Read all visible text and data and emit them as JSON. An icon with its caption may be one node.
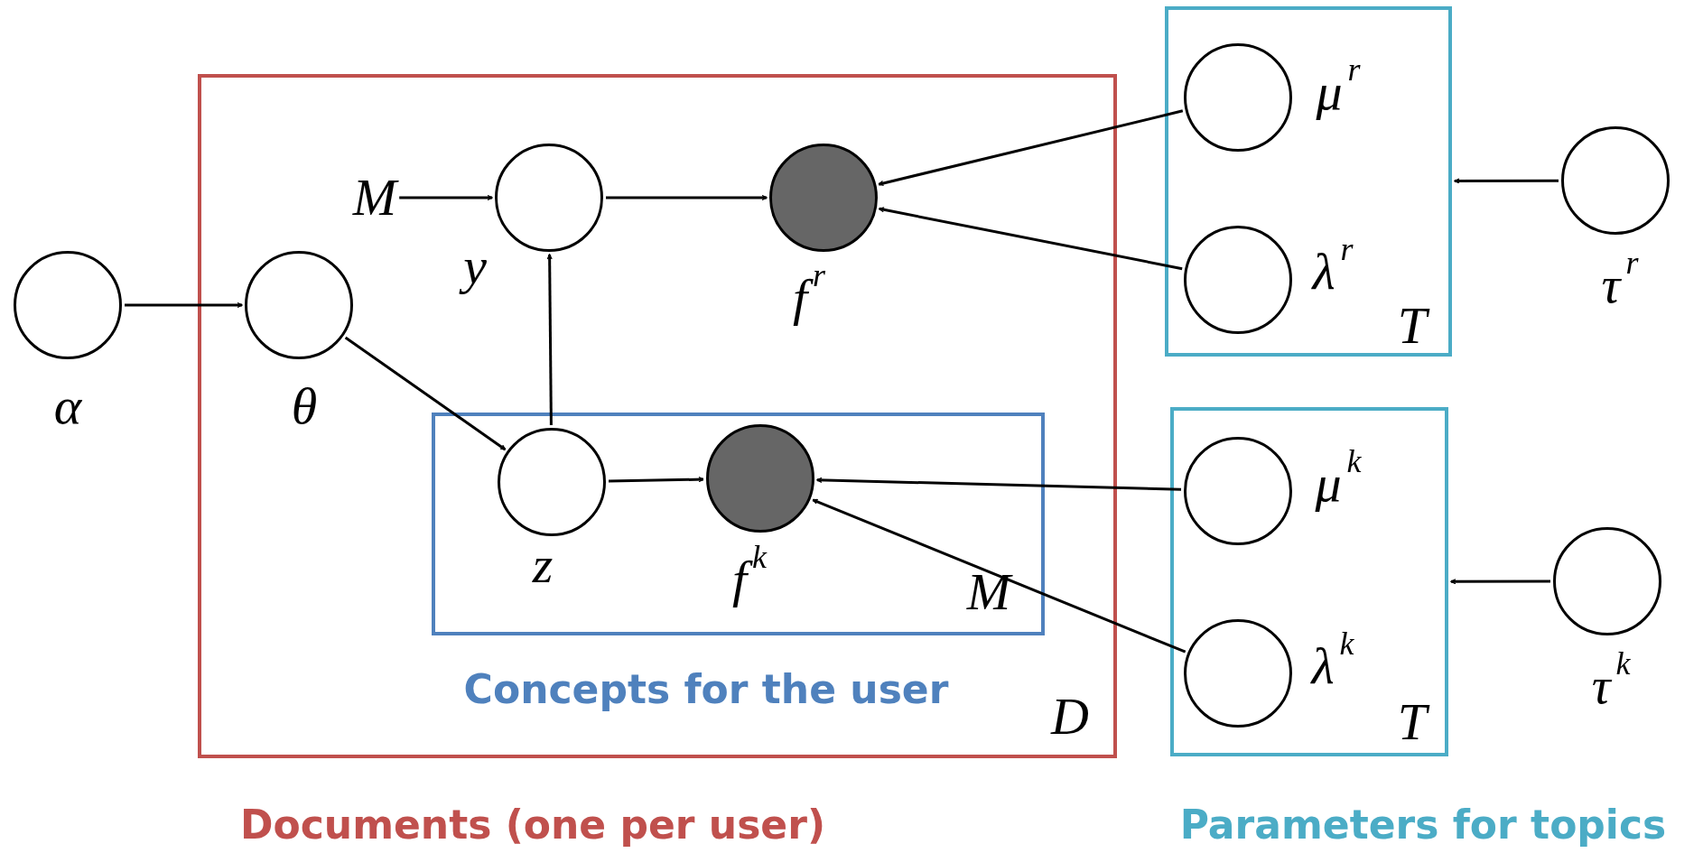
{
  "diagram": {
    "nodes": [
      {
        "text": [],
        "shape": "circle",
        "beside": [
          "α"
        ]
      },
      {
        "text": [
          "Documents (one per user)",
          "D"
        ]
      },
      {
        "text": [
          "M"
        ],
        "in": 1
      },
      {
        "text": [],
        "shape": "circle",
        "beside": [
          "y"
        ],
        "in": 1
      },
      {
        "text": [],
        "shape": "circle",
        "beside": [
          "f$^{r}$"
        ],
        "in": 1
      },
      {
        "text": [],
        "shape": "circle",
        "beside": [
          "θ"
        ],
        "in": 1
      },
      {
        "text": [
          "Concepts for the user",
          "M"
        ],
        "in": 1
      },
      {
        "text": [],
        "shape": "circle",
        "beside": [
          "z"
        ],
        "in": 6
      },
      {
        "text": [],
        "shape": "circle",
        "beside": [
          "f$^{k}$"
        ],
        "in": 6
      },
      {
        "text": [
          "T"
        ]
      },
      {
        "text": [],
        "shape": "circle",
        "beside": [
          "μ$^{r}$"
        ],
        "in": 9
      },
      {
        "text": [],
        "shape": "circle",
        "beside": [
          "λ$^{r}$"
        ],
        "in": 9
      },
      {
        "text": [],
        "shape": "circle",
        "beside": [
          "τ$^{r}$"
        ]
      },
      {
        "text": [
          "T",
          "Parameters for topics"
        ]
      },
      {
        "text": [],
        "shape": "circle",
        "beside": [
          "μ$^{k}$"
        ],
        "in": 13
      },
      {
        "text": [],
        "shape": "circle",
        "beside": [
          "λ$^{k}$"
        ],
        "in": 13
      },
      {
        "text": [],
        "shape": "circle",
        "beside": [
          "τ$^{k}$"
        ]
      }
    ],
    "edges": [
      {
        "from": 0,
        "to": 5,
        "arrow": "to"
      },
      {
        "from": 2,
        "to": 3,
        "arrow": "to"
      },
      {
        "from": 3,
        "to": 4,
        "arrow": "to"
      },
      {
        "from": 7,
        "to": 3,
        "arrow": "to"
      },
      {
        "from": 5,
        "to": 7,
        "arrow": "to"
      },
      {
        "from": 7,
        "to": 8,
        "arrow": "to"
      },
      {
        "from": 10,
        "to": 4,
        "arrow": "to"
      },
      {
        "from": 11,
        "to": 4,
        "arrow": "to"
      },
      {
        "from": 12,
        "to": 9,
        "arrow": "to"
      },
      {
        "from": 14,
        "to": 8,
        "arrow": "to"
      },
      {
        "from": 15,
        "to": 8,
        "arrow": "to"
      },
      {
        "from": 16,
        "to": 13,
        "arrow": "to"
      }
    ]
  }
}
